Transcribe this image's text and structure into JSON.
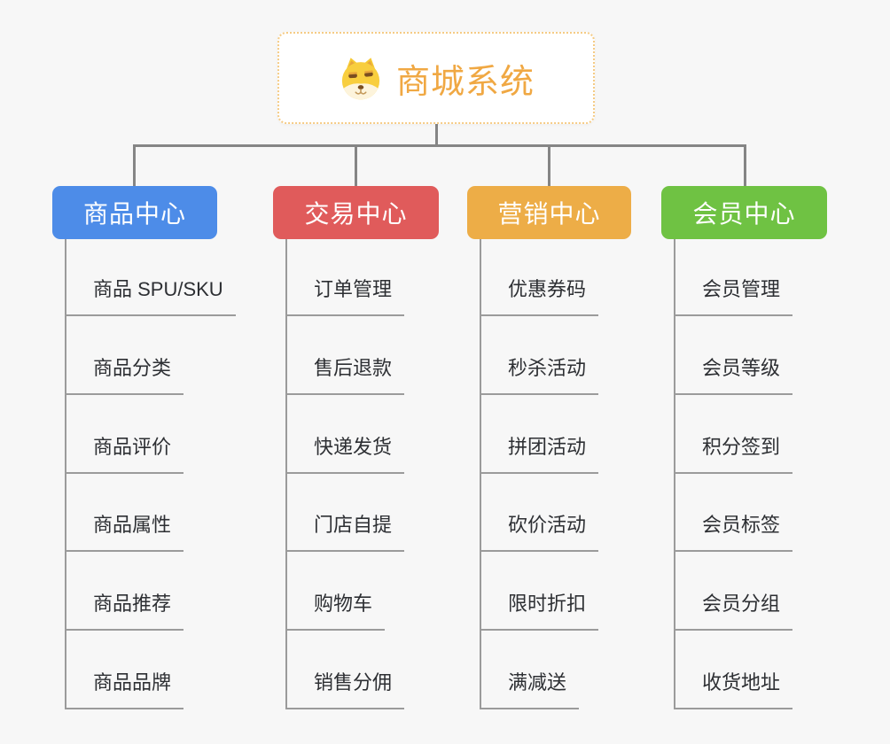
{
  "page": {
    "background_color": "#F7F7F7"
  },
  "root": {
    "title": "商城系统",
    "icon": "shiba-dog-icon",
    "title_color": "#F0A843",
    "border_color": "#F5CB85",
    "background_color": "#FFFFFF"
  },
  "connector_color": "#858585",
  "leaf_style": {
    "text_color": "#2D2F33",
    "underline_color": "#9B9B9B"
  },
  "branches": [
    {
      "label": "商品中心",
      "color": "#4D8CE8",
      "children": [
        "商品 SPU/SKU",
        "商品分类",
        "商品评价",
        "商品属性",
        "商品推荐",
        "商品品牌"
      ]
    },
    {
      "label": "交易中心",
      "color": "#E05B5B",
      "children": [
        "订单管理",
        "售后退款",
        "快递发货",
        "门店自提",
        "购物车",
        "销售分佣"
      ]
    },
    {
      "label": "营销中心",
      "color": "#EDAD47",
      "children": [
        "优惠券码",
        "秒杀活动",
        "拼团活动",
        "砍价活动",
        "限时折扣",
        "满减送"
      ]
    },
    {
      "label": "会员中心",
      "color": "#6FC243",
      "children": [
        "会员管理",
        "会员等级",
        "积分签到",
        "会员标签",
        "会员分组",
        "收货地址"
      ]
    }
  ]
}
